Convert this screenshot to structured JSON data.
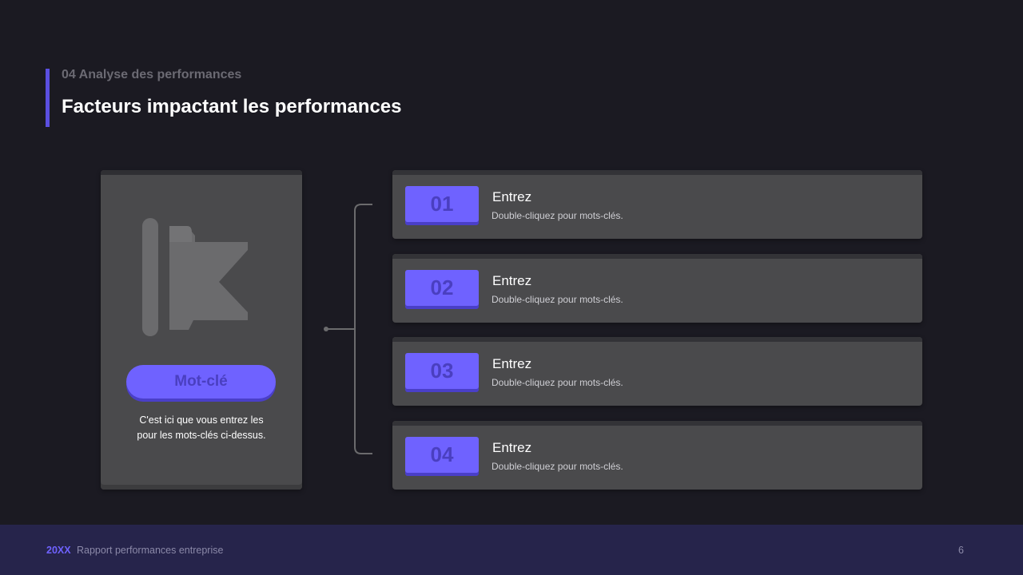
{
  "header": {
    "section_label": "04 Analyse des performances",
    "title": "Facteurs impactant les performances"
  },
  "left_card": {
    "icon": "flag-icon",
    "keyword": "Mot-clé",
    "description_line1": "C'est ici que vous entrez les",
    "description_line2": "pour les mots-clés ci-dessus."
  },
  "items": [
    {
      "number": "01",
      "title": "Entrez",
      "subtitle": "Double-cliquez pour mots-clés."
    },
    {
      "number": "02",
      "title": "Entrez",
      "subtitle": "Double-cliquez pour mots-clés."
    },
    {
      "number": "03",
      "title": "Entrez",
      "subtitle": "Double-cliquez pour mots-clés."
    },
    {
      "number": "04",
      "title": "Entrez",
      "subtitle": "Double-cliquez pour mots-clés."
    }
  ],
  "footer": {
    "year": "20XX",
    "text": "Rapport performances entreprise",
    "page_number": "6"
  },
  "colors": {
    "accent": "#6f62ff",
    "background": "#1b1a22",
    "card": "#4a4a4c",
    "footer": "#26244b"
  }
}
